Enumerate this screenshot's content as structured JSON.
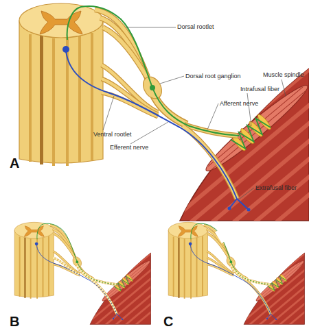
{
  "diagram": {
    "labels": [
      "Dorsal rootlet",
      "Dorsal root ganglion",
      "Muscle spindle",
      "Intrafusal fiber",
      "Afferent nerve",
      "Ventral rootlet",
      "Efferent nerve",
      "Extrafusal fiber",
      "A",
      "B",
      "C"
    ]
  }
}
